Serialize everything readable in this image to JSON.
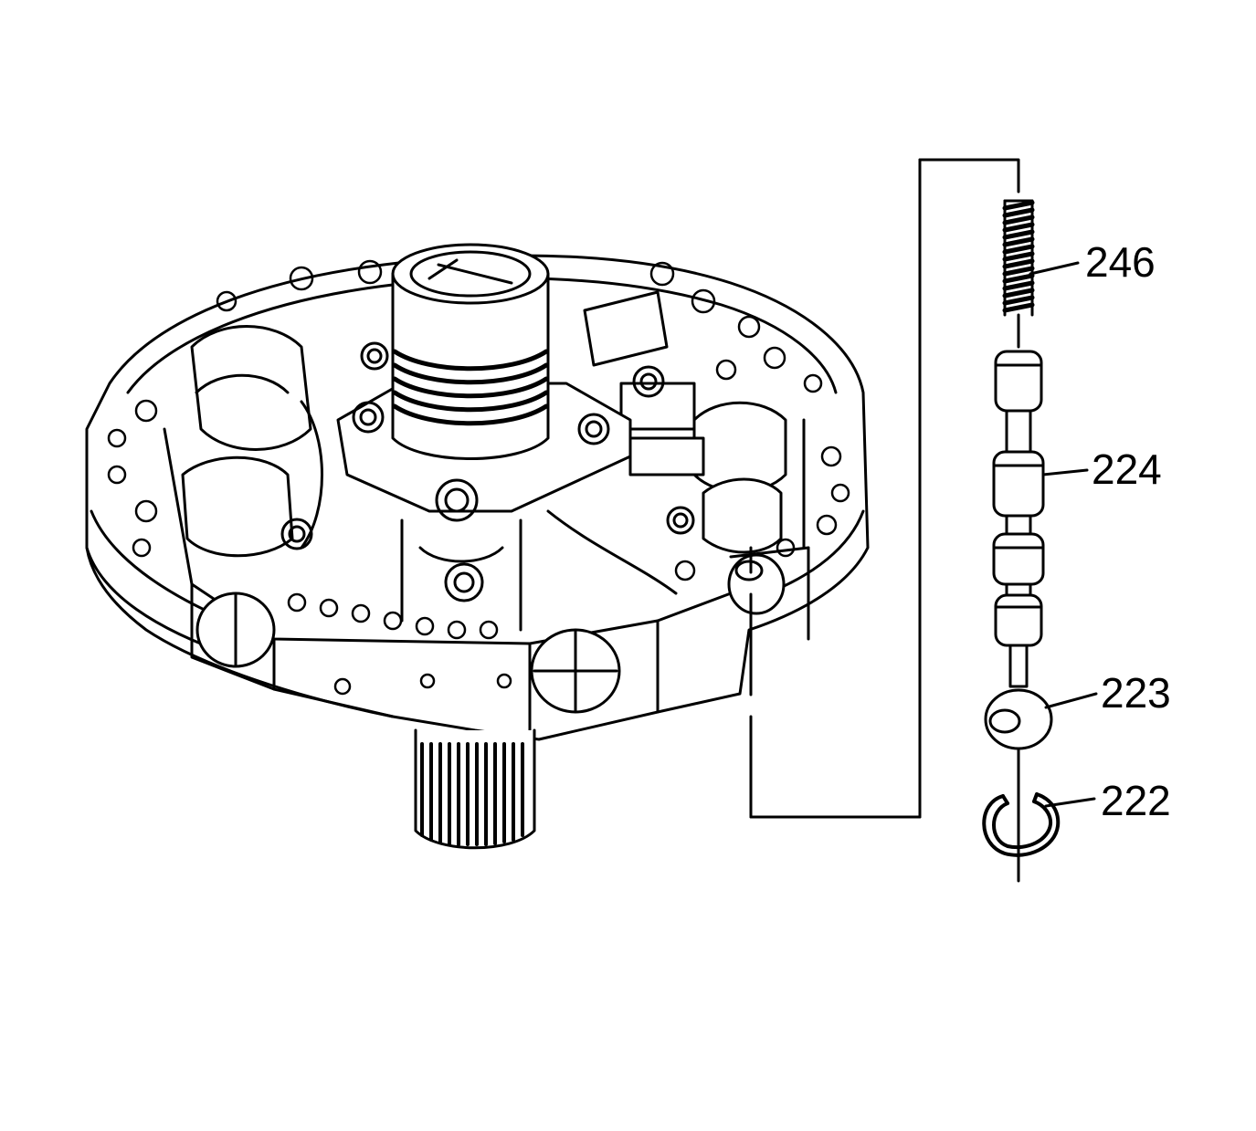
{
  "colors": {
    "ink": "#000000",
    "paper": "#ffffff"
  },
  "callouts": [
    {
      "id": "spring",
      "label": "246"
    },
    {
      "id": "valve",
      "label": "224"
    },
    {
      "id": "plug",
      "label": "223"
    },
    {
      "id": "retaining-ring",
      "label": "222"
    }
  ]
}
